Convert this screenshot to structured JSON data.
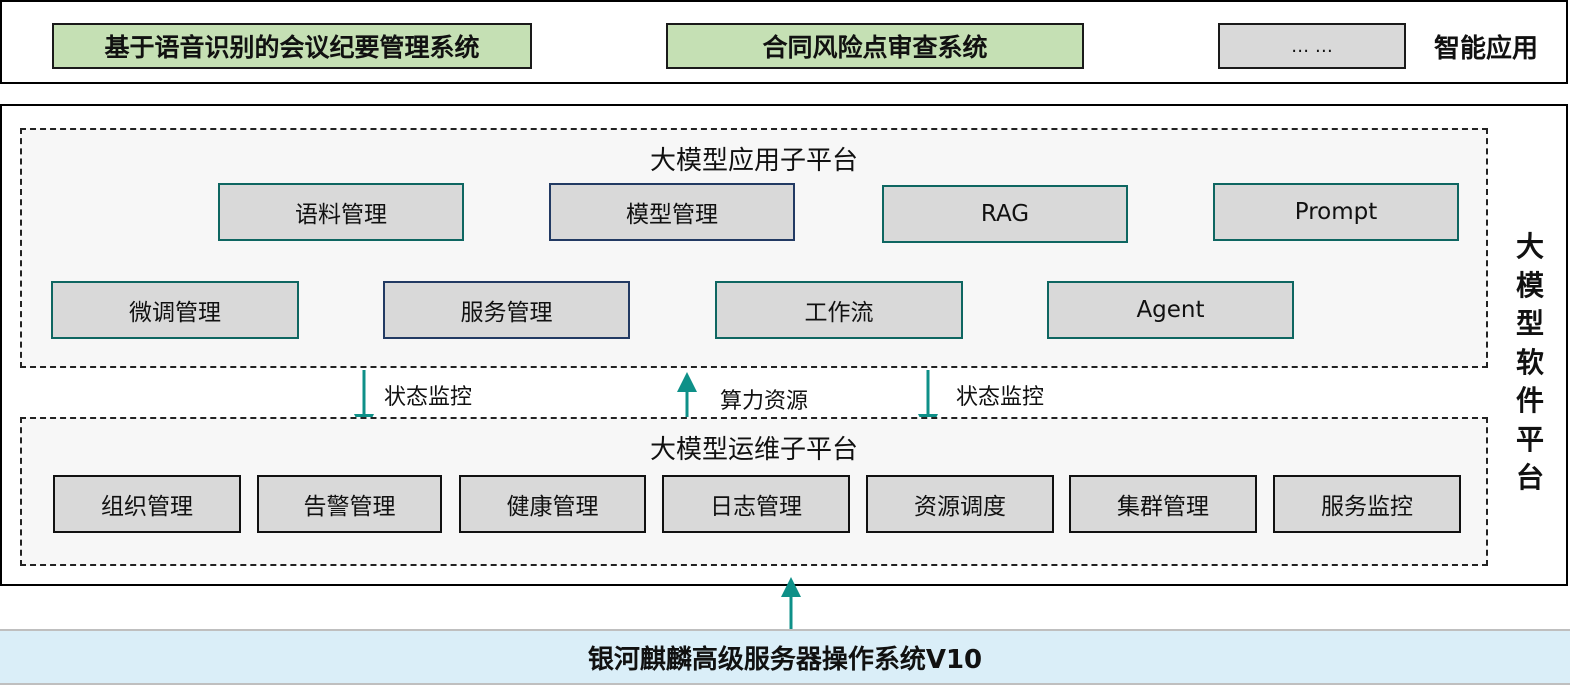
{
  "app_layer": {
    "label": "智能应用",
    "apps": [
      {
        "name": "基于语音识别的会议纪要管理系统",
        "color": "#c5e0b4"
      },
      {
        "name": "合同风险点审查系统",
        "color": "#c5e0b4"
      },
      {
        "name": "… …",
        "color": "#d9d9d9"
      }
    ]
  },
  "platform": {
    "label_chars": [
      "大",
      "模",
      "型",
      "软",
      "件",
      "平",
      "台"
    ],
    "app_subplatform": {
      "title": "大模型应用子平台",
      "row1": [
        "语料管理",
        "模型管理",
        "RAG",
        "Prompt"
      ],
      "row2": [
        "微调管理",
        "服务管理",
        "工作流",
        "Agent"
      ]
    },
    "arrows": [
      {
        "label": "状态监控",
        "direction": "down"
      },
      {
        "label": "算力资源",
        "direction": "up"
      },
      {
        "label": "状态监控",
        "direction": "down"
      }
    ],
    "ops_subplatform": {
      "title": "大模型运维子平台",
      "modules": [
        "组织管理",
        "告警管理",
        "健康管理",
        "日志管理",
        "资源调度",
        "集群管理",
        "服务监控"
      ]
    }
  },
  "os_layer": {
    "name": "银河麒麟高级服务器操作系统V10",
    "arrow_direction": "up"
  },
  "colors": {
    "arrow": "#0e9088",
    "teal_border": "#0e6661",
    "navy_border": "#223a63",
    "module_fill": "#d9d9d9",
    "app_green": "#c5e0b4",
    "os_fill": "#daeef8"
  }
}
